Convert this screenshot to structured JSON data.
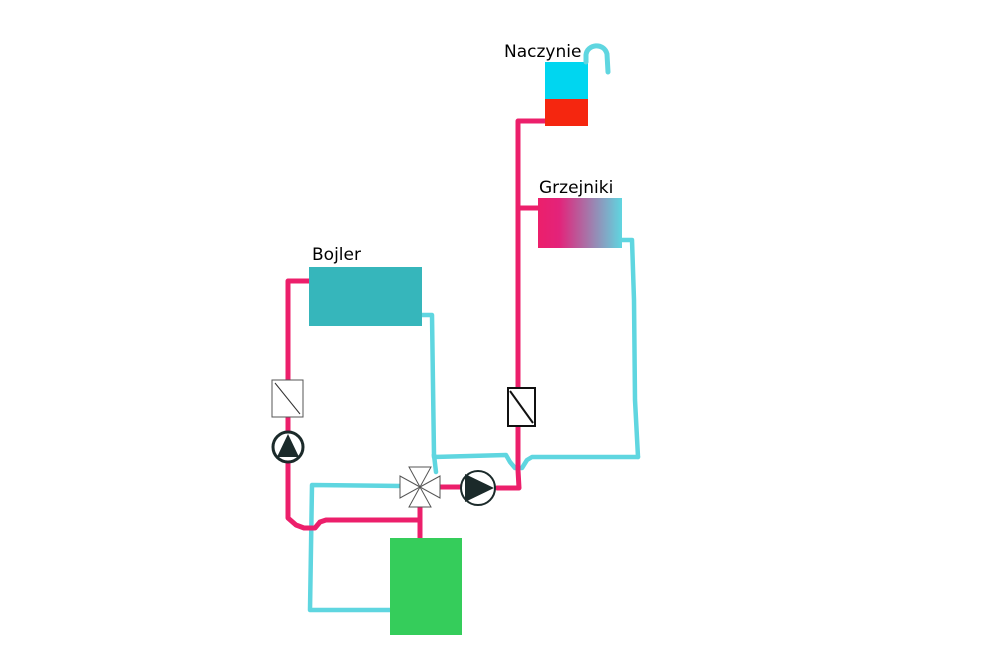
{
  "labels": {
    "expansion_vessel": "Naczynie",
    "radiators": "Grzejniki",
    "boiler_tank": "Bojler"
  },
  "colors": {
    "hot_pipe": "#ec1f6b",
    "cold_pipe": "#5fd6e0",
    "boiler_tank": "#36b6bb",
    "heat_source": "#35cd5b",
    "vessel_top": "#00d6f0",
    "vessel_bottom": "#f5260f",
    "radiator_hot": "#ec1f6b",
    "radiator_cold": "#5fd6e0",
    "pump": "#1b2a2a"
  },
  "icons": {
    "pump": "circulation-pump-icon",
    "valve": "three-way-mixing-valve-icon",
    "check_valve": "check-valve-icon",
    "vent_hook": "vent-hook-icon"
  }
}
